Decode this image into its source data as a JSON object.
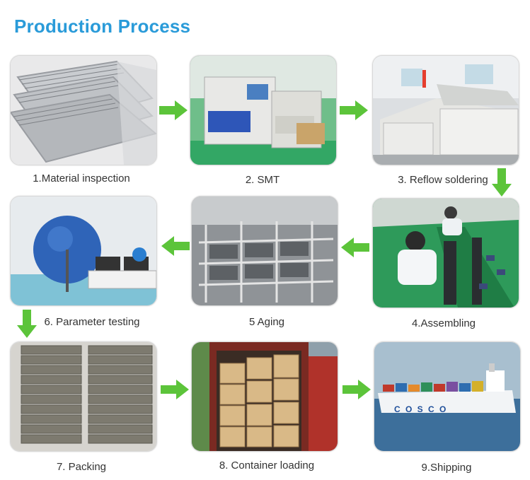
{
  "page": {
    "title": "Production Process",
    "title_color": "#2a9bd9",
    "arrow_color": "#5cc43a"
  },
  "steps": [
    {
      "label": "1.Material inspection",
      "image": "stacked aluminum strips photo"
    },
    {
      "label": "2. SMT",
      "image": "SMT machine photo"
    },
    {
      "label": "3. Reflow soldering",
      "image": "reflow oven photo"
    },
    {
      "label": "4.Assembling",
      "image": "assembly line workers photo"
    },
    {
      "label": "5 Aging",
      "image": "aging racks photo"
    },
    {
      "label": "6. Parameter testing",
      "image": "integrating sphere photo"
    },
    {
      "label": "7. Packing",
      "image": "stacked cartons photo"
    },
    {
      "label": "8. Container loading",
      "image": "container loading photo"
    },
    {
      "label": "9.Shipping",
      "image": "container ship photo"
    }
  ],
  "photo_texts": {
    "ship_logo": "C O S C O"
  }
}
